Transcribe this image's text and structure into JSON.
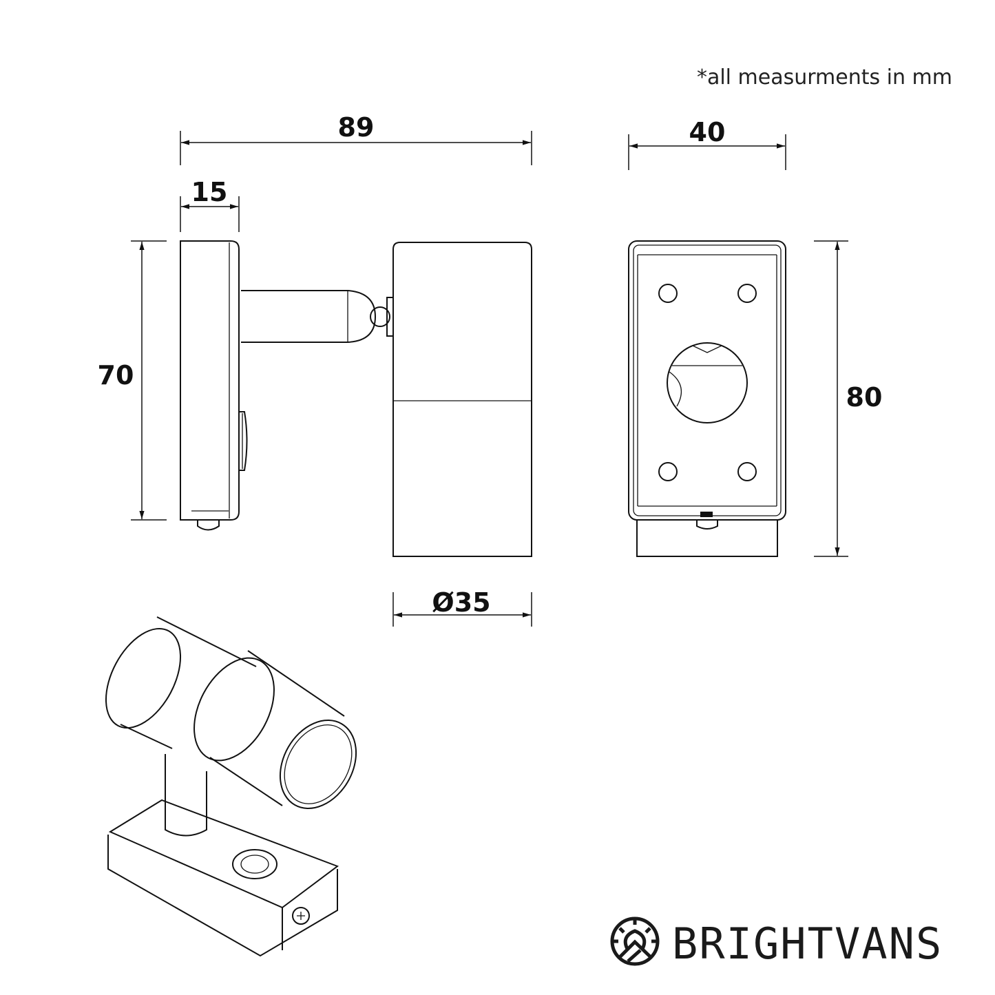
{
  "note": "*all measurments in mm",
  "dimensions": {
    "total_depth": "89",
    "base_depth": "15",
    "base_height": "70",
    "width": "40",
    "height": "80",
    "diameter": "Ø35"
  },
  "brand": {
    "name": "BRIGHTVANS",
    "color": "#1a1a1a"
  }
}
